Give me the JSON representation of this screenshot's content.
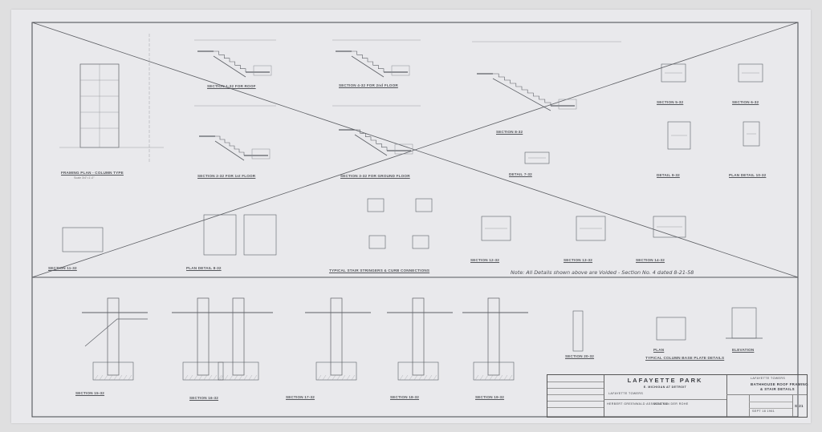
{
  "sheet": {
    "note": "Note: All Details shown above are Voided - Section No. 4 dated 8-21-58",
    "labels": {
      "framing_plan": "FRAMING PLAN - COLUMN TYPE",
      "section_roof": "SECTION 1-32 FOR ROOF",
      "section_first": "SECTION 2-32 FOR 1st FLOOR",
      "section_ground": "SECTION 3-32 FOR GROUND FLOOR",
      "section_2nd": "SECTION 4-32 FOR 2nd FLOOR",
      "section_b": "SECTION 8-32",
      "section_c": "SECTION 5-32",
      "section_d": "SECTION 6-32",
      "detail_a": "DETAIL 7-32",
      "plan_detail": "PLAN DETAIL 8-32",
      "detail_b": "DETAIL 9-32",
      "plan_detail_b": "PLAN DETAIL 10-32",
      "typical_stair": "TYPICAL STAIR STRINGERS & CURB CONNECTIONS",
      "section_11": "SECTION 11-32",
      "section_12": "SECTION 12-32",
      "section_13": "SECTION 13-32",
      "section_14": "SECTION 14-32",
      "section_15": "SECTION 15-32",
      "section_16": "SECTION 16-32",
      "section_17": "SECTION 17-32",
      "section_18": "SECTION 18-32",
      "section_19": "SECTION 19-32",
      "section_20": "SECTION 20-32",
      "typical_base": "TYPICAL COLUMN BASE PLATE DETAILS",
      "plan": "PLAN",
      "elevation": "ELEVATION"
    },
    "scale_text": "Scale 3/4\"=1'-0\""
  },
  "title_block": {
    "project": "LAFAYETTE PARK",
    "location": "E. MICHIGAN AT DETROIT",
    "subtitle": "LAFAYETTE TOWERS",
    "client_line": "HERBERT GREENWALD ASSOCIATES",
    "architect_line": "MIES VAN DER ROHE",
    "sheet_title_1": "BATHHOUSE ROOF FRAMING",
    "sheet_title_2": "& STAIR DETAILS",
    "project_label": "LAFAYETTE TOWERS",
    "date": "SEPT 18 1961",
    "sheet_no": "S-21"
  }
}
